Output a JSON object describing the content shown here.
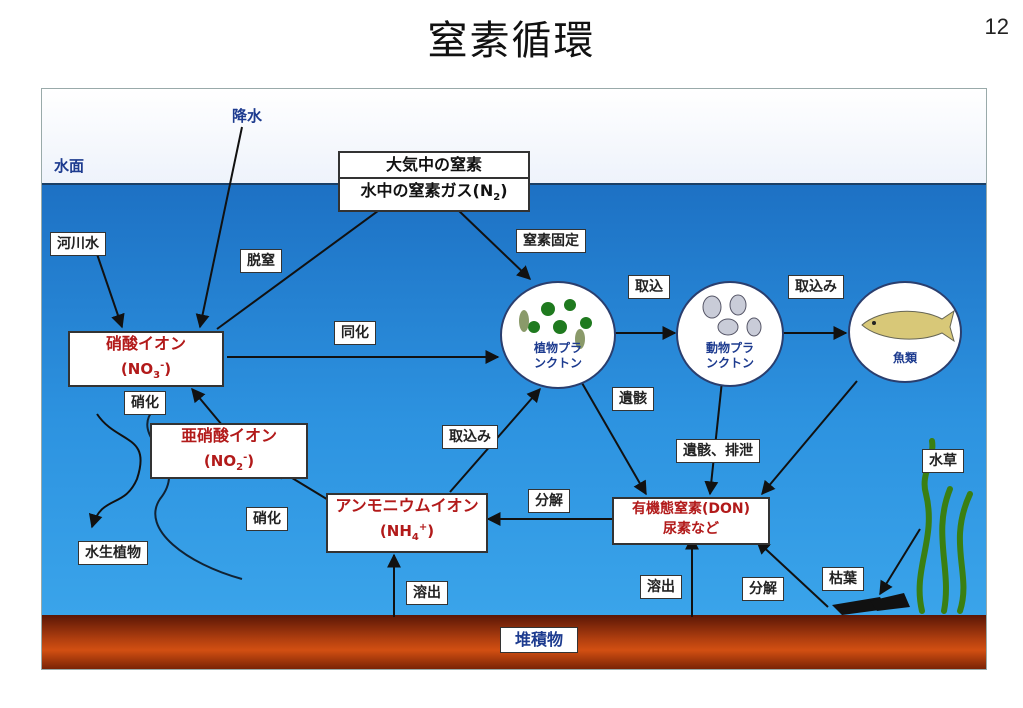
{
  "page": {
    "title": "窒素循環",
    "page_number": "12"
  },
  "surface": {
    "water_surface": "水面",
    "precipitation": "降水",
    "sediment": "堆積物"
  },
  "nodes": {
    "atmo_n2": {
      "line1": "大気中の窒素",
      "line2": "水中の窒素ガス(N",
      "line2_sub": "2",
      "line2_end": ")"
    },
    "nitrate": {
      "line1": "硝酸イオン",
      "pre": "(NO",
      "sub": "3",
      "sup": "-",
      "post": ")"
    },
    "nitrite": {
      "line1": "亜硝酸イオン",
      "pre": "(NO",
      "sub": "2",
      "sup": "-",
      "post": ")"
    },
    "ammonium": {
      "line1": "アンモニウムイオン",
      "pre": "(NH",
      "sub": "4",
      "sup": "+",
      "post": ")"
    },
    "don": {
      "line1": "有機態窒素(DON)",
      "line2": "尿素など"
    },
    "phytoplankton": {
      "line1": "植物プラ",
      "line2": "ンクトン"
    },
    "zooplankton": {
      "line1": "動物プラ",
      "line2": "ンクトン"
    },
    "fish": {
      "label": "魚類"
    }
  },
  "process_labels": {
    "river_water": "河川水",
    "denitrification": "脱窒",
    "nitrogen_fixation": "窒素固定",
    "intake_1": "取込",
    "intake_2": "取込み",
    "assimilation": "同化",
    "nitrification_1": "硝化",
    "nitrification_2": "硝化",
    "remains": "遺骸",
    "intake_3": "取込み",
    "remains_excretion": "遺骸、排泄",
    "decomposition_1": "分解",
    "decomposition_2": "分解",
    "elution_1": "溶出",
    "elution_2": "溶出",
    "aquatic_grass": "水草",
    "dead_leaves": "枯葉",
    "aquatic_plants": "水生植物"
  },
  "colors": {
    "water": "#2a88d8",
    "sediment": "#b23f0f",
    "node_text": "#b21a1a",
    "label_blue": "#1d3b8f"
  }
}
